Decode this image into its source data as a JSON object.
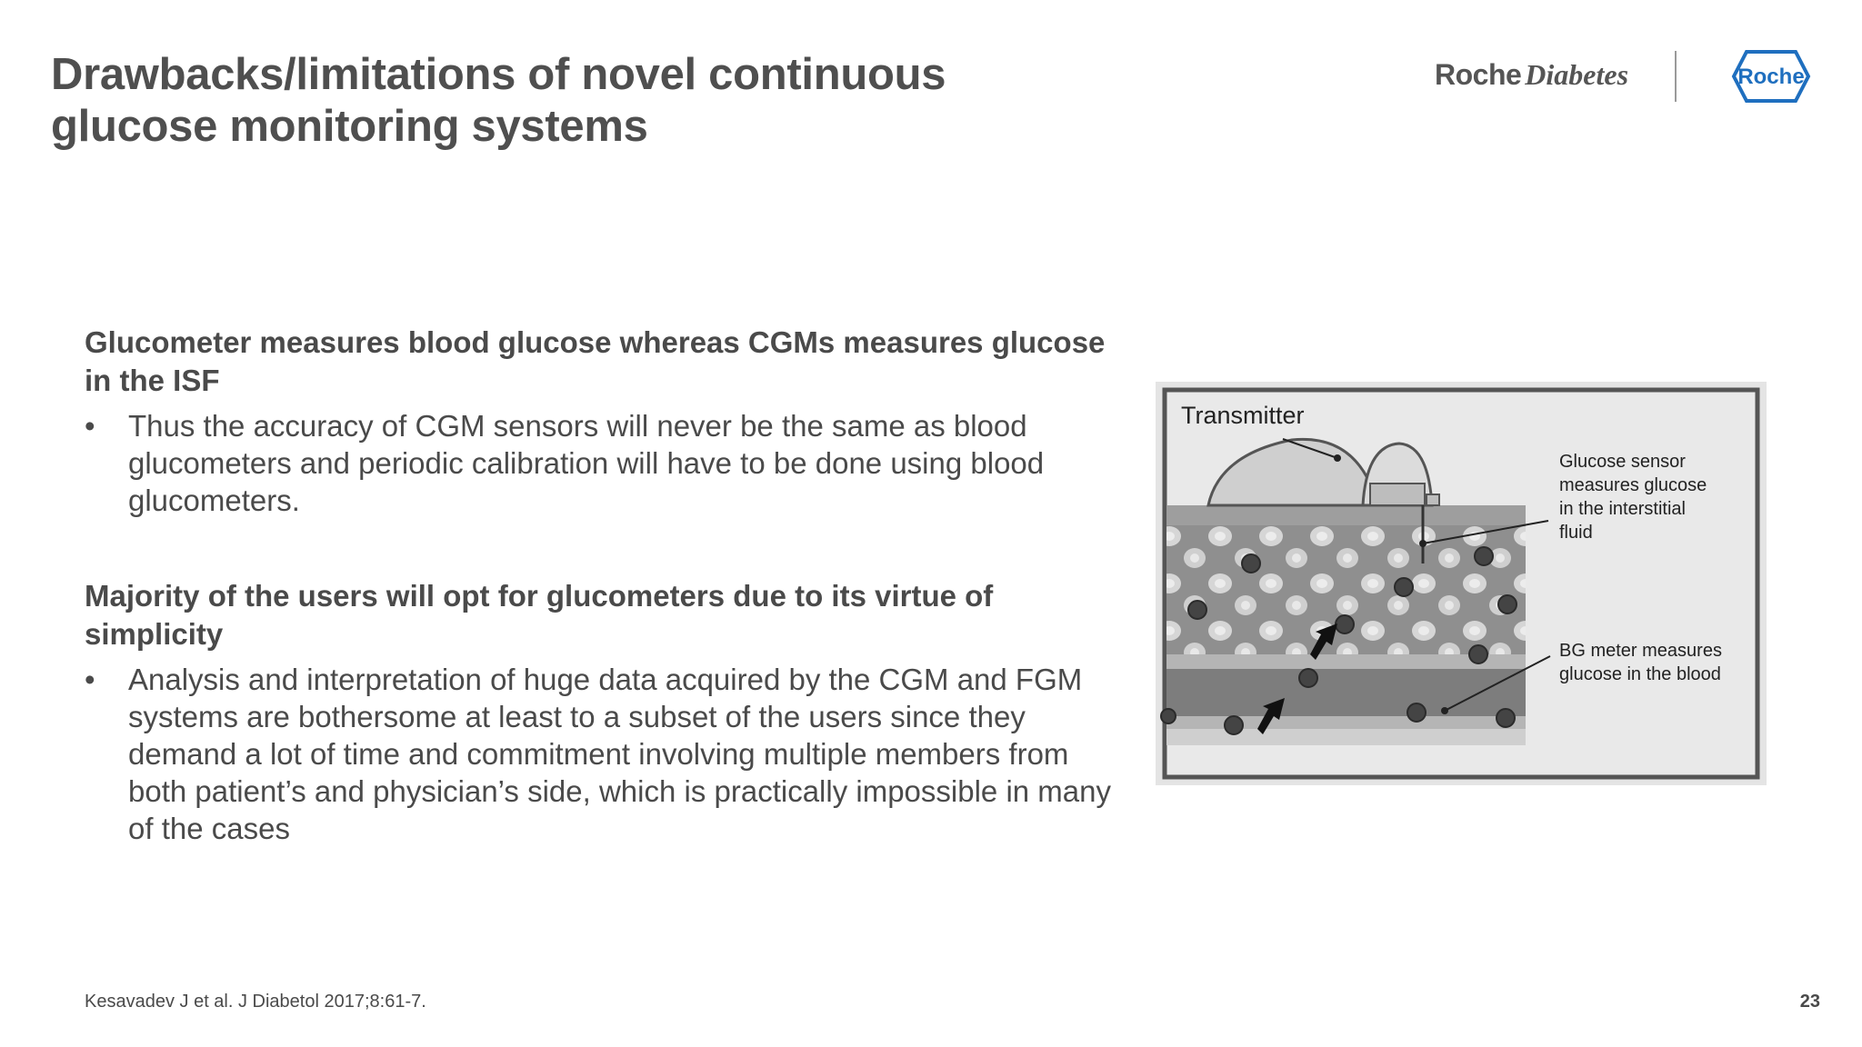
{
  "slide": {
    "title": "Drawbacks/limitations of novel continuous glucose monitoring systems",
    "brand": {
      "roche_text": "Roche",
      "diabetes_text": "Diabetes",
      "hex_logo_text": "Roche"
    },
    "sections": [
      {
        "heading": "Glucometer measures blood glucose whereas CGMs measures glucose in the ISF",
        "bullet": "Thus the accuracy of CGM sensors will never be the same as blood glucometers and periodic calibration will have to be done using blood glucometers."
      },
      {
        "heading": "Majority of the users will opt for glucometers due to its virtue of simplicity",
        "bullet": "Analysis and interpretation of huge data acquired by the CGM and FGM systems are bothersome at least to a subset of the users since they demand a lot of time and commitment involving multiple members from both patient’s and physician’s side, which is practically impossible in many of the cases"
      }
    ],
    "bullet_symbol": "•",
    "figure": {
      "label_transmitter": "Transmitter",
      "label_sensor": [
        "Glucose sensor",
        "measures glucose",
        "in the interstitial",
        "fluid"
      ],
      "label_bg_meter": [
        "BG meter measures",
        "glucose in the blood"
      ]
    },
    "footnote": "Kesavadev J et al. J Diabetol 2017;8:61-7.",
    "page_number": "23"
  }
}
